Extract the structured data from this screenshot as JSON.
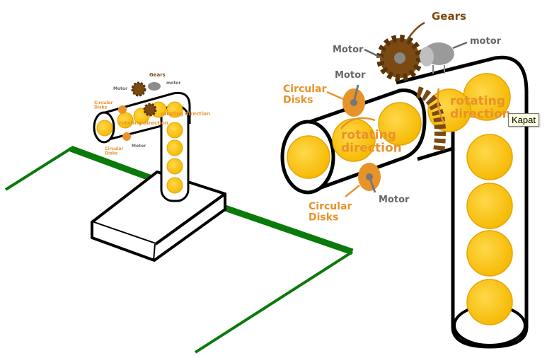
{
  "colors": {
    "ball": "#fcc400",
    "ball_edge": "#e8a400",
    "ball_shine": "#ffe27a",
    "disk": "#e8922a",
    "gear": "#7a4a12",
    "gear_dark": "#5a3408",
    "motor_grey": "#8c8c8c",
    "line_green": "#0a7a0a",
    "label_orange": "#e8922a",
    "label_brown": "#7a4a12",
    "label_grey": "#666666"
  },
  "labels": {
    "gears": "Gears",
    "motor_top": "motor",
    "motor_left": "Motor",
    "motor_disk_top": "Motor",
    "motor_disk_bottom": "Motor",
    "circular_disks_top": "Circular\nDisks",
    "circular_disks_bottom": "Circular\nDisks",
    "rotating_direction_left": "rotating\ndirection",
    "rotating_direction_right": "rotating\ndirection"
  },
  "small_labels": {
    "gears": "Gears",
    "motor_top": "motor",
    "motor_left": "Motor",
    "circular_disks_top": "Circular\nDisks",
    "circular_disks_bottom": "Circular\nDisks",
    "motor_bottom": "Motor",
    "rotating_left": "rotating\ndirection",
    "rotating_right": "rotating\ndirection"
  },
  "tooltip": "Kapat"
}
